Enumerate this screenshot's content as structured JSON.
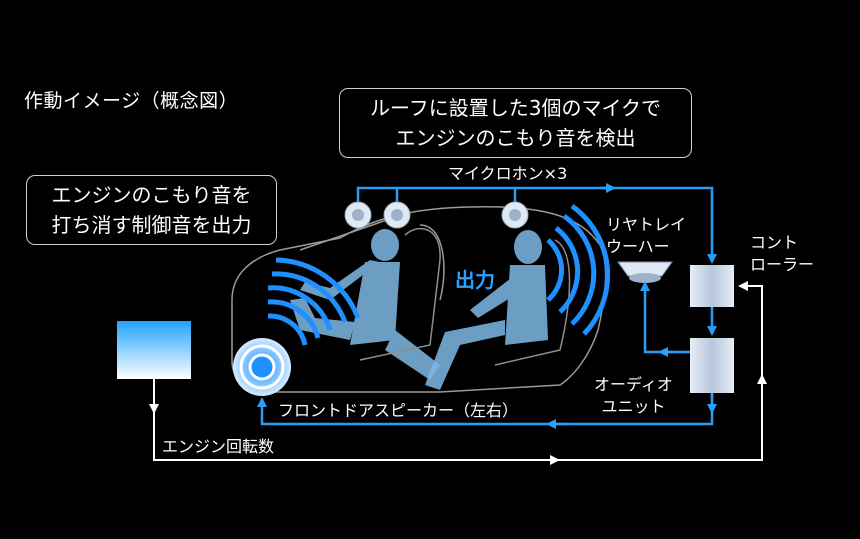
{
  "title": "作動イメージ（概念図）",
  "callout_mics": {
    "line1": "ルーフに設置した3個のマイクで",
    "line2": "エンジンのこもり音を検出"
  },
  "callout_cancel": {
    "line1": "エンジンのこもり音を",
    "line2": "打ち消す制御音を出力"
  },
  "labels": {
    "microphones": "マイクロホン×3",
    "rear_tray_woofer": [
      "リヤトレイ",
      "ウーハー"
    ],
    "controller": [
      "コント",
      "ローラー"
    ],
    "audio_unit": [
      "オーディオ",
      "ユニット"
    ],
    "front_door_speaker": "フロントドアスピーカー（左右）",
    "engine_rpm": "エンジン回転数",
    "output": "出力"
  },
  "colors": {
    "accent": "#1e90ff",
    "background": "#000000",
    "text": "#ffffff"
  }
}
